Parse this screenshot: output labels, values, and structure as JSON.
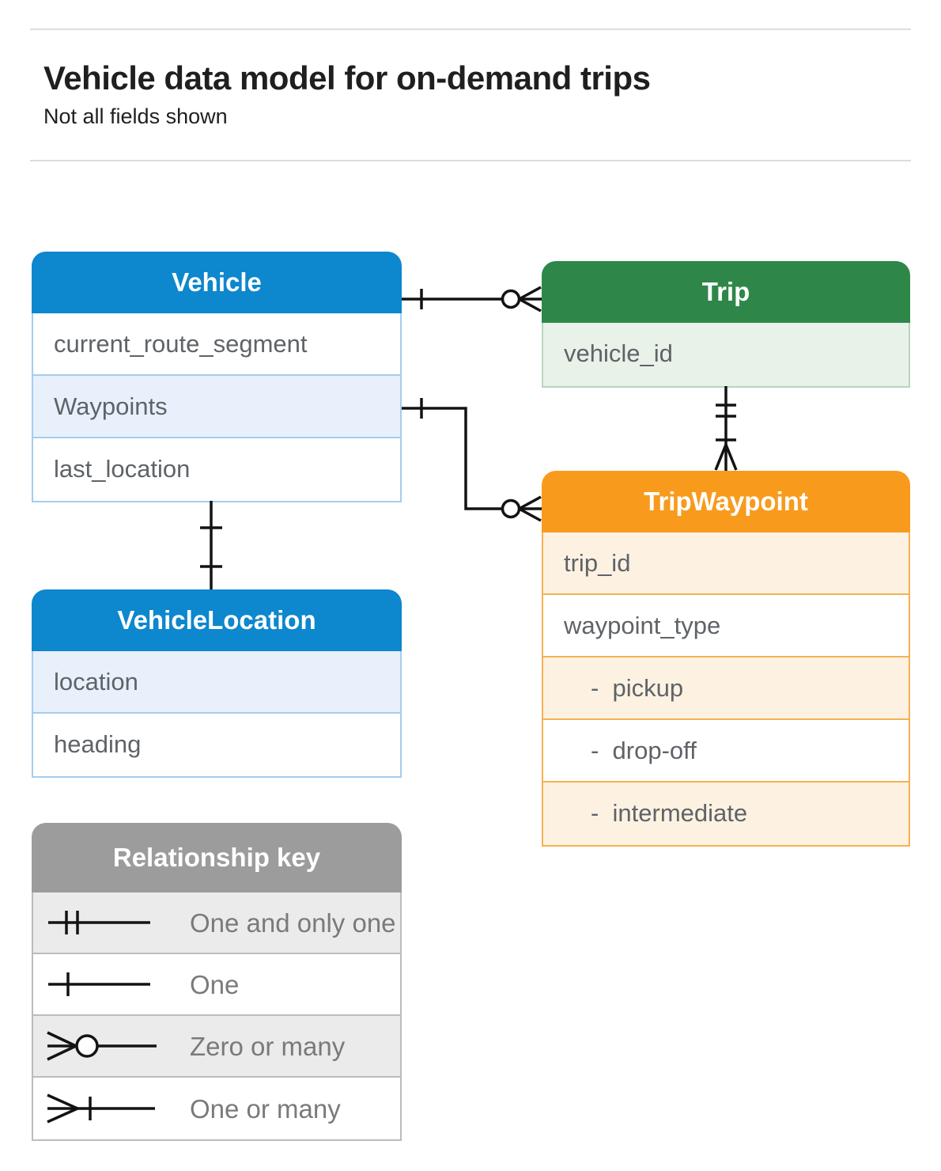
{
  "page": {
    "title": "Vehicle data model for on-demand trips",
    "subtitle": "Not all fields shown"
  },
  "entities": {
    "vehicle": {
      "title": "Vehicle",
      "fields": [
        "current_route_segment",
        "Waypoints",
        "last_location"
      ]
    },
    "trip": {
      "title": "Trip",
      "fields": [
        "vehicle_id"
      ]
    },
    "trip_waypoint": {
      "title": "TripWaypoint",
      "fields": [
        "trip_id",
        "waypoint_type",
        "-  pickup",
        "-  drop-off",
        "-  intermediate"
      ]
    },
    "vehicle_location": {
      "title": "VehicleLocation",
      "fields": [
        "location",
        "heading"
      ]
    }
  },
  "legend": {
    "title": "Relationship key",
    "items": [
      {
        "symbol": "one-and-only-one-symbol",
        "label": "One and only one"
      },
      {
        "symbol": "one-symbol",
        "label": "One"
      },
      {
        "symbol": "zero-or-many-symbol",
        "label": "Zero or many"
      },
      {
        "symbol": "one-or-many-symbol",
        "label": "One or many"
      }
    ]
  },
  "colors": {
    "blue": "#0d87cd",
    "blue_tint": "#e8f1fb",
    "blue_border": "#a4cdef",
    "green": "#2e8749",
    "green_tint": "#e8f2e9",
    "green_border": "#b7d6bc",
    "orange": "#f89b1d",
    "orange_tint": "#fdf2e2",
    "orange_border": "#f8b052",
    "gray": "#9c9c9c",
    "gray_tint": "#ebebeb",
    "gray_border": "#bcbcbc",
    "text_dark": "#1f1f1f",
    "text_field": "#5f6368",
    "text_legend": "#7a7a7a",
    "line": "#131313",
    "rule": "#dcdcdc"
  }
}
